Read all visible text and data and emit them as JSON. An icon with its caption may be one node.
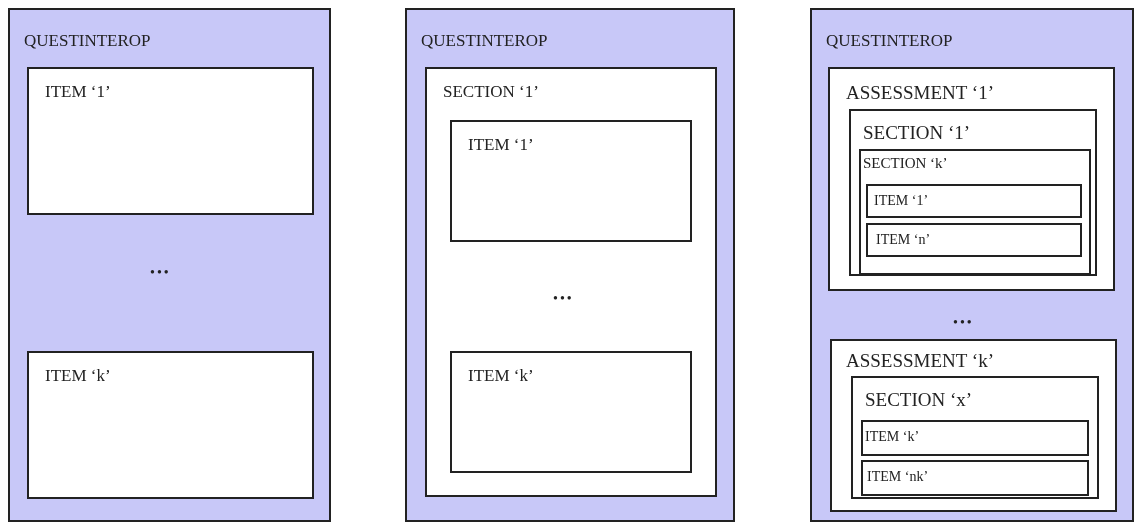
{
  "diagram": {
    "nodes": [
      {
        "text": [
          "QUESTINTEROP"
        ]
      },
      {
        "text": [
          "ITEM ‘1’"
        ],
        "in": 0
      },
      {
        "text": [
          "ITEM ‘k’"
        ],
        "in": 0
      },
      {
        "text": [
          "QUESTINTEROP"
        ]
      },
      {
        "text": [
          "SECTION ‘1’"
        ],
        "in": 3
      },
      {
        "text": [
          "ITEM ‘1’"
        ],
        "in": 4
      },
      {
        "text": [
          "ITEM ‘k’"
        ],
        "in": 4
      },
      {
        "text": [
          "QUESTINTEROP"
        ]
      },
      {
        "text": [
          "ASSESSMENT ‘1’"
        ],
        "in": 7
      },
      {
        "text": [
          "SECTION ‘1’"
        ],
        "in": 8
      },
      {
        "text": [
          "SECTION ‘k’"
        ],
        "in": 9
      },
      {
        "text": [
          "ITEM ‘1’"
        ],
        "in": 10
      },
      {
        "text": [
          "ITEM ‘n’"
        ],
        "in": 10
      },
      {
        "text": [
          "ASSESSMENT ‘k’"
        ],
        "in": 7
      },
      {
        "text": [
          "SECTION ‘x’"
        ],
        "in": 13
      },
      {
        "text": [
          "ITEM ‘k’"
        ],
        "in": 14
      },
      {
        "text": [
          "ITEM ‘nk’"
        ],
        "in": 14
      }
    ],
    "edges": [],
    "labels": [
      "•••",
      "•••",
      "•••"
    ]
  }
}
